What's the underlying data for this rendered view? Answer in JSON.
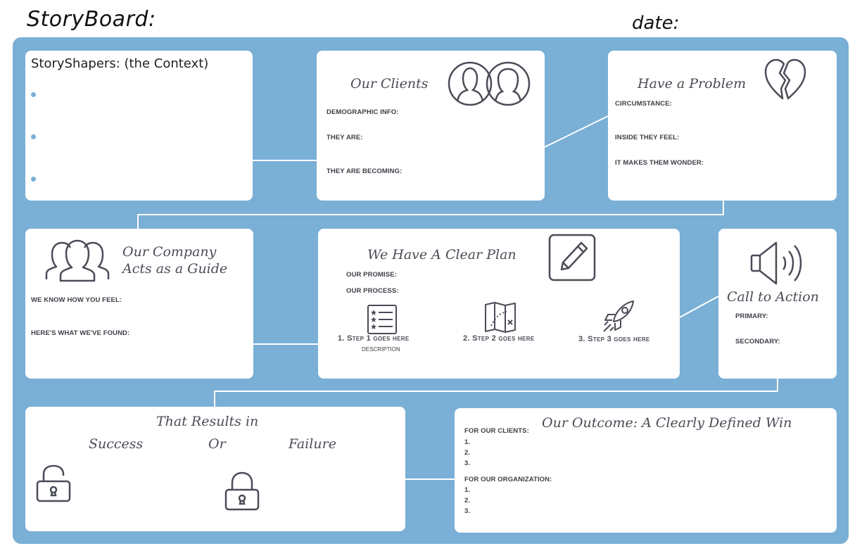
{
  "header": {
    "title": "StoryBoard:",
    "date_label": "date:"
  },
  "context": {
    "title": "StoryShapers: (the Context)"
  },
  "clients": {
    "title": "Our Clients",
    "icon": "two-people-icon",
    "labels": [
      "DEMOGRAPHIC INFO:",
      "THEY ARE:",
      "THEY ARE BECOMING:"
    ]
  },
  "problem": {
    "title": "Have a Problem",
    "icon": "broken-heart-icon",
    "labels": [
      "CIRCUMSTANCE:",
      "INSIDE THEY FEEL:",
      "IT MAKES THEM WONDER:"
    ]
  },
  "guide": {
    "title_line1": "Our Company",
    "title_line2": "Acts as a Guide",
    "icon": "group-people-icon",
    "labels": [
      "WE KNOW HOW YOU FEEL:",
      "HERE'S WHAT WE'VE FOUND:"
    ]
  },
  "plan": {
    "title": "We Have A Clear Plan",
    "icon": "pencil-square-icon",
    "labels": [
      "OUR PROMISE:",
      "OUR PROCESS:"
    ],
    "steps": [
      {
        "label": "1. Step 1 goes here",
        "description": "DESCRIPTION",
        "icon": "checklist-icon"
      },
      {
        "label": "2. Step 2 goes here",
        "icon": "map-icon"
      },
      {
        "label": "3. Step 3 goes here",
        "icon": "rocket-icon"
      }
    ]
  },
  "action": {
    "title": "Call to Action",
    "icon": "speaker-icon",
    "labels": [
      "PRIMARY:",
      "SECONDARY:"
    ]
  },
  "results": {
    "title": "That Results in",
    "success": "Success",
    "or": "Or",
    "failure": "Failure",
    "icon": "padlock-icon"
  },
  "outcome": {
    "title": "Our Outcome: A Clearly Defined Win",
    "clients_label": "FOR OUR CLIENTS:",
    "org_label": "FOR OUR ORGANIZATION:",
    "items": [
      "1.",
      "2.",
      "3."
    ]
  },
  "colors": {
    "board": "#7aafd6",
    "icon": "#4a4d57"
  }
}
